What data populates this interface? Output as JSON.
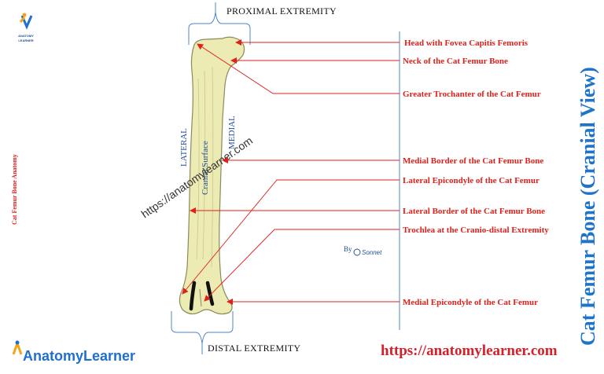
{
  "extremities": {
    "proximal": "PROXIMAL  EXTREMITY",
    "distal": "DISTAL EXTREMITY"
  },
  "sides": {
    "lateral": "LATERAL",
    "cranial_surface": "Cranial Surface",
    "medial": "MEDIAL"
  },
  "watermark": "https://anatomylearner.com",
  "labels": [
    "Head with Fovea  Capitis Femoris",
    "Neck of the Cat Femur Bone",
    "Greater Trochanter of the Cat Femur",
    "Medial Border  of the Cat Femur Bone",
    "Lateral Epicondyle of the Cat Femur",
    "Lateral Border  of the Cat Femur Bone",
    "Trochlea at the Cranio-distal Extremity",
    "Medial Epicondyle of the Cat Femur"
  ],
  "side_caption": "Cat Femur Bone Anatomy",
  "title": "Cat Femur Bone (Cranial View)",
  "url": "https://anatomylearner.com",
  "credit": {
    "by": "By",
    "author": "Sonnet"
  },
  "logo": {
    "name": "AnatomyLearner",
    "icon_text_1": "ANATOMY",
    "icon_text_2": "LEARNER"
  },
  "colors": {
    "label_red": "#e0201b",
    "title_blue": "#1f74c9",
    "bone_fill": "#ecebb3"
  }
}
